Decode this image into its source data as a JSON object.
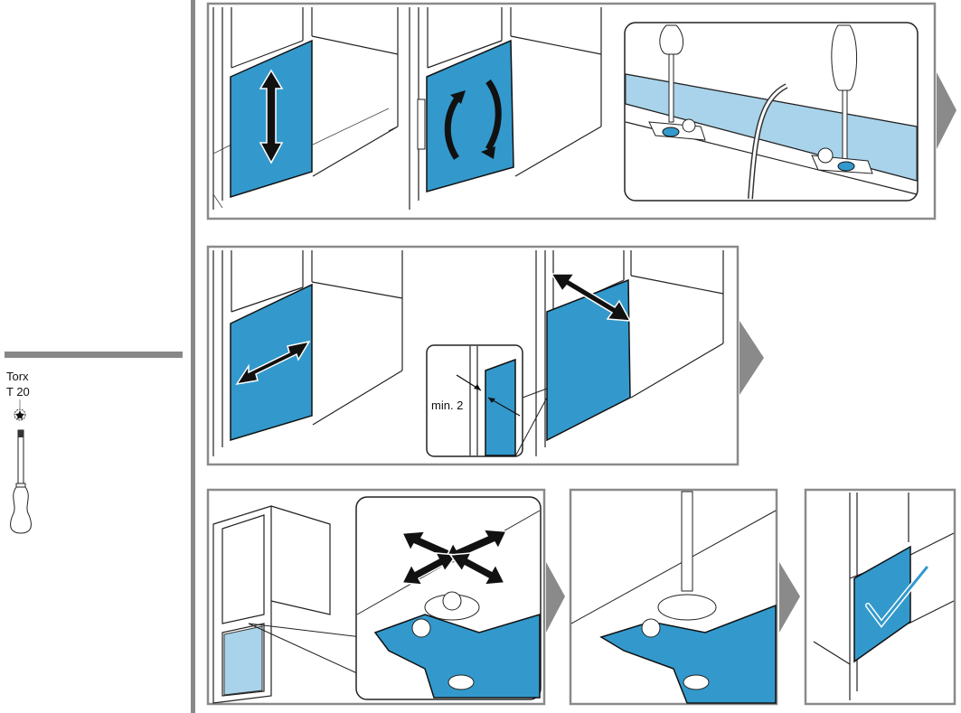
{
  "tool": {
    "type_label": "Torx",
    "size_label": "T 20",
    "icons": [
      "torx-bit-icon",
      "screwdriver-icon"
    ]
  },
  "steps": {
    "row2_inset_label": "min. 2"
  },
  "colors": {
    "panel_blue": "#3399cc",
    "light_blue": "#a9d3ea",
    "frame_gray": "#8a8a8a"
  }
}
